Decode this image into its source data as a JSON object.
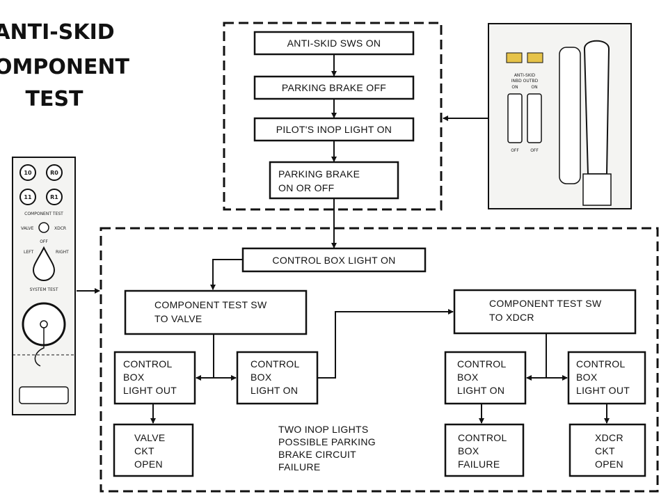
{
  "title": {
    "line1": "ANTI-SKID",
    "line2": "COMPONENT",
    "line3": "TEST"
  },
  "setup_steps": [
    "ANTI-SKID SWS ON",
    "PARKING BRAKE OFF",
    "PILOT'S INOP LIGHT ON",
    [
      "PARKING BRAKE",
      "ON OR OFF"
    ]
  ],
  "test": {
    "control_box_on": "CONTROL BOX LIGHT ON",
    "valve_test": [
      "COMPONENT TEST SW",
      "TO VALVE"
    ],
    "xdcr_test": [
      "COMPONENT TEST SW",
      "TO XDCR"
    ],
    "left_out": [
      "CONTROL",
      "BOX",
      "LIGHT OUT"
    ],
    "left_on": [
      "CONTROL",
      "BOX",
      "LIGHT ON"
    ],
    "right_on": [
      "CONTROL",
      "BOX",
      "LIGHT ON"
    ],
    "right_out": [
      "CONTROL",
      "BOX",
      "LIGHT OUT"
    ],
    "valve_result": [
      "VALVE",
      "CKT",
      "OPEN"
    ],
    "control_box_result": [
      "CONTROL",
      "BOX",
      "FAILURE"
    ],
    "xdcr_result": [
      "XDCR",
      "CKT",
      "OPEN"
    ],
    "note": [
      "TWO INOP LIGHTS",
      "POSSIBLE PARKING",
      "BRAKE CIRCUIT",
      "FAILURE"
    ]
  },
  "panel": {
    "buttons": [
      "10",
      "R0",
      "11",
      "R1"
    ],
    "component_test_label": "COMPONENT TEST",
    "valve_label": "VALVE",
    "xdcr_label": "XDCR",
    "off_label": "OFF",
    "left_label": "LEFT",
    "right_label": "RIGHT",
    "system_test_label": "SYSTEM TEST"
  },
  "switch_panel": {
    "header": [
      "ANTI-SKID",
      "INBD OUTBD"
    ],
    "on_labels": [
      "ON",
      "ON"
    ],
    "off_labels": [
      "OFF",
      "OFF"
    ]
  }
}
